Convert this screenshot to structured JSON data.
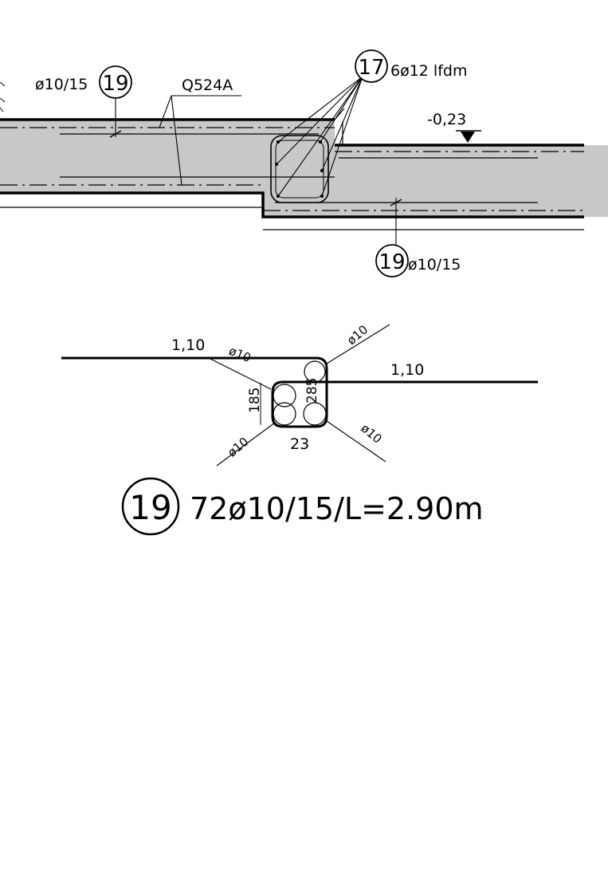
{
  "section": {
    "top_left_bar": "ø10/15",
    "top_left_mark": "19",
    "mesh": "Q524A",
    "top_mark": "17",
    "top_mark_text": "6ø12 lfdm",
    "level": "-0,23",
    "bottom_mark": "19",
    "bottom_bar": "ø10/15"
  },
  "detail": {
    "left_len": "1,10",
    "right_len": "1,10",
    "bar_label": "ø10",
    "dim_185": "185",
    "dim_285": "285",
    "dim_23": "23"
  },
  "schedule": {
    "mark": "19",
    "text": "72ø10/15/L=2.90m"
  },
  "colors": {
    "concrete": "#c8c8c8",
    "line": "#000000"
  }
}
